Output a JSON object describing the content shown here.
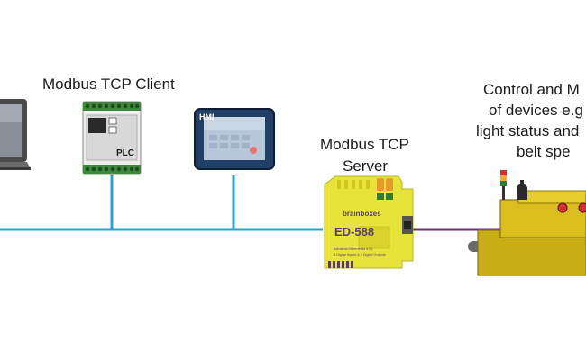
{
  "labels": {
    "client": "Modbus TCP Client",
    "server_line1": "Modbus TCP",
    "server_line2": "Server",
    "control_line1": "Control and M",
    "control_line2": "of devices e.g",
    "control_line3": "light status and",
    "control_line4": "belt spe"
  },
  "devices": {
    "plc_text": "PLC",
    "hmi_text": "HMI",
    "ed588_model": "ED-588",
    "ed588_brand": "brainboxes",
    "ed588_desc1": "Industrial Ethernet to 4 DI,",
    "ed588_desc2": "4 Digital Inputs & 4 Digital Outputs"
  },
  "colors": {
    "network": "#29a3d6",
    "serial_link": "#6b2d6b",
    "ed588_body": "#e6e33a",
    "machine_body": "#d9be1e",
    "hmi_frame": "#1f3f66"
  }
}
